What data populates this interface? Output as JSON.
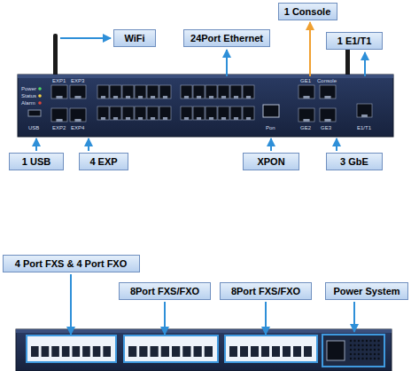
{
  "diagram": {
    "nodes": [
      {
        "text": [
          "WiFi"
        ]
      },
      {
        "text": [
          "24Port Ethernet"
        ]
      },
      {
        "text": [
          "1 Console"
        ]
      },
      {
        "text": [
          "1 E1/T1"
        ]
      },
      {
        "text": [
          "1 USB"
        ]
      },
      {
        "text": [
          "4 EXP"
        ]
      },
      {
        "text": [
          "XPON"
        ]
      },
      {
        "text": [
          "3 GbE"
        ]
      },
      {
        "text": [
          "4 Port FXS & 4 Port FXO"
        ]
      },
      {
        "text": [
          "8Port FXS/FXO"
        ]
      },
      {
        "text": [
          "8Port FXS/FXO"
        ]
      },
      {
        "text": [
          "Power System"
        ]
      }
    ],
    "labels": [
      "Power",
      "Status",
      "Alarm",
      "USB",
      "EXP1",
      "EXP3",
      "EXP2",
      "EXP4",
      "Pon",
      "GE1",
      "Console",
      "GE2",
      "GE3",
      "E1/T1"
    ]
  }
}
